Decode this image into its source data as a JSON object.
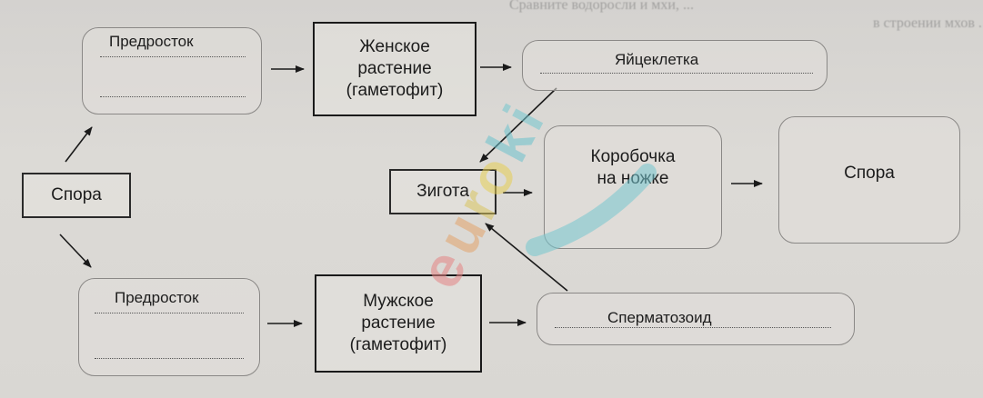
{
  "background_text": {
    "line1": "Сравните водоросли и мхи, ...",
    "line2": "в строении мхов ..."
  },
  "nodes": {
    "spore_start": "Спора",
    "prothallus_top": "Предросток",
    "female_plant": [
      "Женское",
      "растение",
      "(гаметофит)"
    ],
    "egg": "Яйцеклетка",
    "zygote": "Зигота",
    "capsule": [
      "Коробочка",
      "на ножке"
    ],
    "spore_end": "Спора",
    "prothallus_bottom": "Предросток",
    "male_plant": [
      "Мужское",
      "растение",
      "(гаметофит)"
    ],
    "sperm": "Сперматозоид"
  },
  "watermark": "euroki",
  "colors": {
    "watermark_e": "#e58585",
    "watermark_u": "#e3a36a",
    "watermark_r": "#d9c560",
    "watermark_o": "#e6cf55",
    "watermark_k": "#6cc2cd",
    "watermark_i": "#74c7cf"
  }
}
